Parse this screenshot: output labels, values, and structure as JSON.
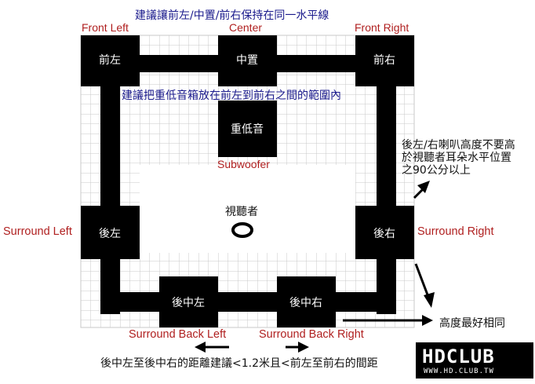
{
  "diagram": {
    "top_note": "建議讓前左/中置/前右保持在同一水平線",
    "middle_note": "建議把重低音箱放在前左到前右之間的範圍內",
    "listener_label": "視聽者",
    "bottom_note": "後中左至後中右的距離建議<1.2米且<前左至前右的間距",
    "rear_height_note_line1": "後左/右喇叭高度不要高",
    "rear_height_note_line2": "於視聽者耳朵水平位置",
    "rear_height_note_line3": "之90公分以上",
    "same_height_note": "高度最好相同"
  },
  "speakers": {
    "front_left": {
      "en": "Front Left",
      "zh": "前左"
    },
    "center": {
      "en": "Center",
      "zh": "中置"
    },
    "front_right": {
      "en": "Front Right",
      "zh": "前右"
    },
    "subwoofer": {
      "en": "Subwoofer",
      "zh": "重低音"
    },
    "surround_left": {
      "en": "Surround Left",
      "zh": "後左"
    },
    "surround_right": {
      "en": "Surround Right",
      "zh": "後右"
    },
    "surround_back_left": {
      "en": "Surround Back Left",
      "zh": "後中左"
    },
    "surround_back_right": {
      "en": "Surround Back Right",
      "zh": "後中右"
    }
  },
  "watermark": {
    "brand": "HDCLUB",
    "url": "WWW.HD.CLUB.TW"
  },
  "colors": {
    "english_labels": "#b02020",
    "chinese_notes": "#1a1a8c",
    "speaker_fill": "#000000",
    "grid_line": "#c8c8c8"
  }
}
